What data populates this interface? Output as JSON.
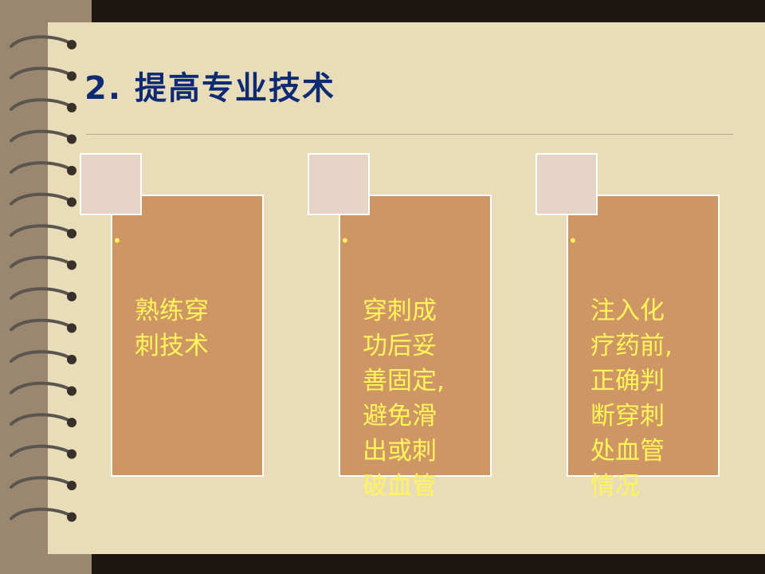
{
  "slide": {
    "title": "2.  提高专业技术",
    "cards": [
      {
        "bullet": "•",
        "text": "熟练穿\n刺技术"
      },
      {
        "bullet": "•",
        "text": "穿刺成\n功后妥\n善固定,\n避免滑\n出或刺\n破血管"
      },
      {
        "bullet": "•",
        "text": "注入化\n疗药前,\n正确判\n断穿刺\n处血管\n情况"
      }
    ]
  },
  "colors": {
    "title": "#0d2a73",
    "card_fill": "#cf9665",
    "tab_fill": "#e6d3c5",
    "card_text": "#fff45a",
    "page": "#e8dcb9"
  }
}
